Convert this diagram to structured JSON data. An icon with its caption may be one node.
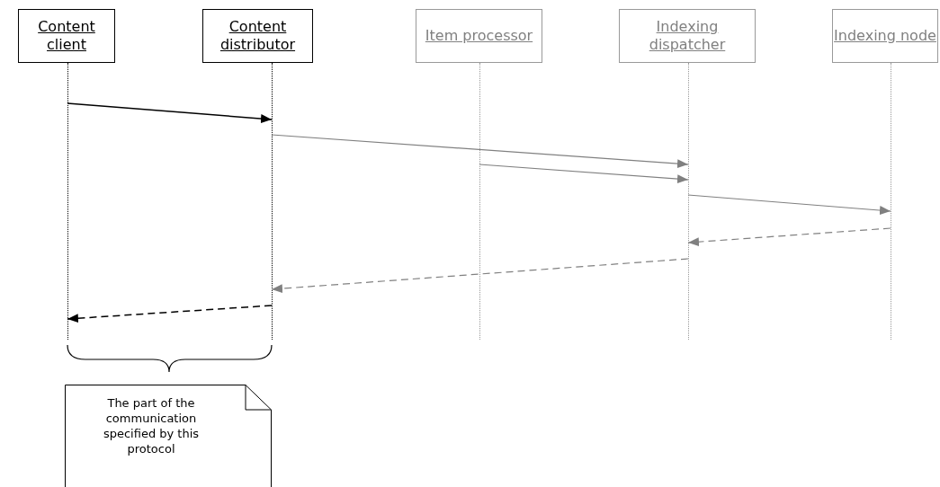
{
  "diagram": {
    "nodes": [
      {
        "text": [
          "Content client"
        ]
      },
      {
        "text": [
          "Content distributor"
        ]
      },
      {
        "text": [
          "Item processor"
        ]
      },
      {
        "text": [
          "Indexing dispatcher"
        ]
      },
      {
        "text": [
          "Indexing node"
        ]
      },
      {
        "text": [],
        "shape": "line"
      },
      {
        "text": [],
        "shape": "line"
      },
      {
        "text": [],
        "shape": "line"
      },
      {
        "text": [],
        "shape": "line"
      },
      {
        "text": [],
        "shape": "line"
      },
      {
        "text": [
          "The part of the communication specified by this protocol"
        ]
      }
    ],
    "edges": [
      {
        "from": 5,
        "to": 6,
        "arrow": "to",
        "color": "#000000"
      },
      {
        "from": 6,
        "to": 8,
        "arrow": "to"
      },
      {
        "from": 7,
        "to": 8,
        "arrow": "to"
      },
      {
        "from": 8,
        "to": 9,
        "arrow": "to"
      },
      {
        "from": 9,
        "to": 8,
        "arrow": "to",
        "style": "dashed"
      },
      {
        "from": 8,
        "to": 6,
        "arrow": "to",
        "style": "dashed"
      },
      {
        "from": 6,
        "to": 5,
        "arrow": "to",
        "style": "dashed",
        "color": "#000000"
      }
    ]
  }
}
